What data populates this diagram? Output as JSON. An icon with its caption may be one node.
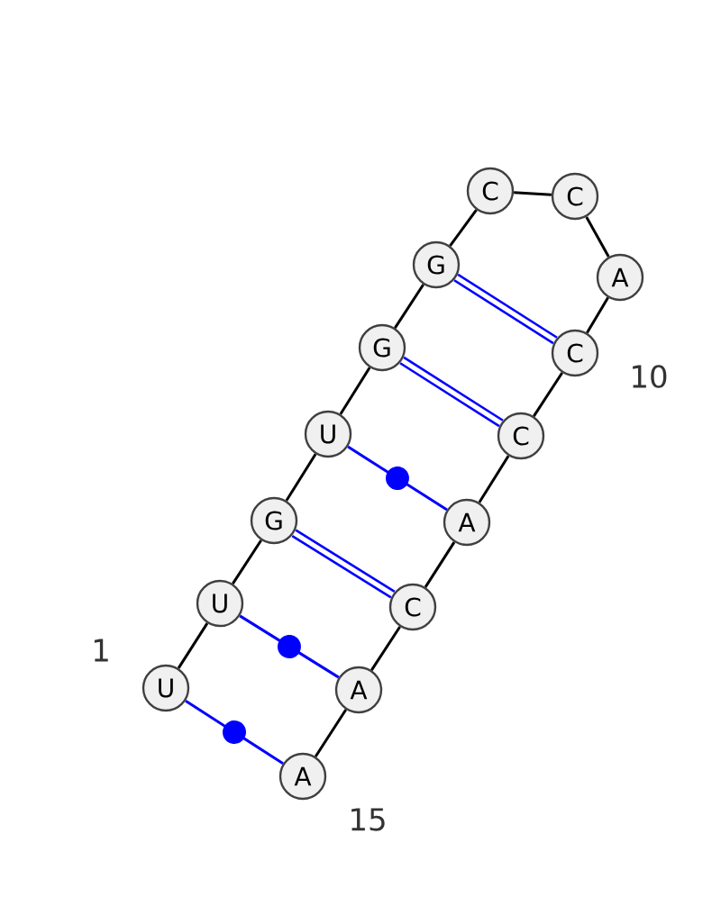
{
  "diagram": {
    "nodes": [
      {
        "text": [
          "U"
        ]
      },
      {
        "text": [
          "U"
        ]
      },
      {
        "text": [
          "G"
        ]
      },
      {
        "text": [
          "U"
        ]
      },
      {
        "text": [
          "G"
        ]
      },
      {
        "text": [
          "G"
        ]
      },
      {
        "text": [
          "C"
        ]
      },
      {
        "text": [
          "C"
        ]
      },
      {
        "text": [
          "A"
        ]
      },
      {
        "text": [
          "C"
        ]
      },
      {
        "text": [
          "C"
        ]
      },
      {
        "text": [
          "A"
        ]
      },
      {
        "text": [
          "C"
        ]
      },
      {
        "text": [
          "A"
        ]
      },
      {
        "text": [
          "A"
        ]
      }
    ],
    "edges": [
      {
        "from": 0,
        "to": 1,
        "arrow": "none"
      },
      {
        "from": 1,
        "to": 2,
        "arrow": "none"
      },
      {
        "from": 2,
        "to": 3,
        "arrow": "none"
      },
      {
        "from": 3,
        "to": 4,
        "arrow": "none"
      },
      {
        "from": 4,
        "to": 5,
        "arrow": "none"
      },
      {
        "from": 5,
        "to": 6,
        "arrow": "none"
      },
      {
        "from": 6,
        "to": 7,
        "arrow": "none"
      },
      {
        "from": 7,
        "to": 8,
        "arrow": "none"
      },
      {
        "from": 8,
        "to": 9,
        "arrow": "none"
      },
      {
        "from": 9,
        "to": 10,
        "arrow": "none"
      },
      {
        "from": 10,
        "to": 11,
        "arrow": "none"
      },
      {
        "from": 11,
        "to": 12,
        "arrow": "none"
      },
      {
        "from": 12,
        "to": 13,
        "arrow": "none"
      },
      {
        "from": 13,
        "to": 14,
        "arrow": "none"
      },
      {
        "from": 0,
        "to": 14,
        "arrow": "none",
        "color": "#0000ff"
      },
      {
        "from": 1,
        "to": 13,
        "arrow": "none",
        "color": "#0000ff"
      },
      {
        "from": 2,
        "to": 12,
        "arrow": "none",
        "color": "#0000ff",
        "style": "thick"
      },
      {
        "from": 3,
        "to": 11,
        "arrow": "none",
        "color": "#0000ff"
      },
      {
        "from": 4,
        "to": 10,
        "arrow": "none",
        "color": "#0000ff",
        "style": "thick"
      },
      {
        "from": 5,
        "to": 9,
        "arrow": "none",
        "color": "#0000ff",
        "style": "thick"
      }
    ],
    "labels": [
      "1",
      "10",
      "15"
    ]
  }
}
